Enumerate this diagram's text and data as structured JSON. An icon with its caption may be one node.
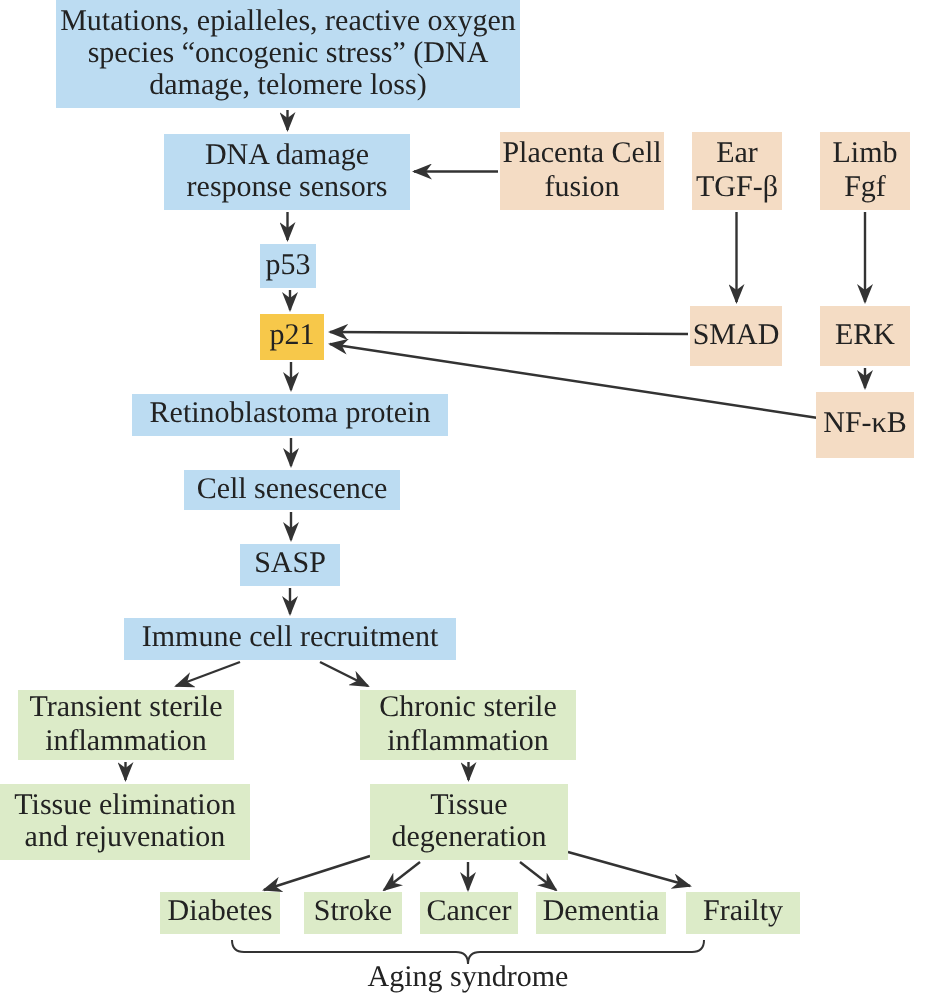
{
  "diagram": {
    "nodes": [
      {
        "text": [
          "Mutations, epialleles, reactive oxygen species “oncogenic stress” (DNA damage, telomere loss)"
        ]
      },
      {
        "text": [
          "DNA damage response sensors"
        ]
      },
      {
        "text": [
          "Placenta Cell fusion"
        ]
      },
      {
        "text": [
          "Ear TGF-β"
        ]
      },
      {
        "text": [
          "Limb Fgf"
        ]
      },
      {
        "text": [
          "p53"
        ]
      },
      {
        "text": [
          "p21"
        ]
      },
      {
        "text": [
          "SMAD"
        ]
      },
      {
        "text": [
          "ERK"
        ]
      },
      {
        "text": [
          "NF-κB"
        ]
      },
      {
        "text": [
          "Retinoblastoma protein"
        ]
      },
      {
        "text": [
          "Cell senescence"
        ]
      },
      {
        "text": [
          "SASP"
        ]
      },
      {
        "text": [
          "Immune cell recruitment"
        ]
      },
      {
        "text": [
          "Transient sterile inflammation"
        ]
      },
      {
        "text": [
          "Chronic sterile inflammation"
        ]
      },
      {
        "text": [
          "Tissue elimination and rejuvenation"
        ]
      },
      {
        "text": [
          "Tissue degeneration"
        ]
      },
      {
        "text": [
          "Diabetes"
        ]
      },
      {
        "text": [
          "Stroke"
        ]
      },
      {
        "text": [
          "Cancer"
        ]
      },
      {
        "text": [
          "Dementia"
        ]
      },
      {
        "text": [
          "Frailty"
        ]
      }
    ],
    "edges": [
      {
        "from": 0,
        "to": 1,
        "arrow": "to"
      },
      {
        "from": 2,
        "to": 1,
        "arrow": "to"
      },
      {
        "from": 1,
        "to": 5,
        "arrow": "to"
      },
      {
        "from": 5,
        "to": 6,
        "arrow": "to"
      },
      {
        "from": 3,
        "to": 7,
        "arrow": "to"
      },
      {
        "from": 7,
        "to": 6,
        "arrow": "to"
      },
      {
        "from": 4,
        "to": 8,
        "arrow": "to"
      },
      {
        "from": 8,
        "to": 9,
        "arrow": "to"
      },
      {
        "from": 9,
        "to": 6,
        "arrow": "to"
      },
      {
        "from": 6,
        "to": 10,
        "arrow": "to"
      },
      {
        "from": 10,
        "to": 11,
        "arrow": "to"
      },
      {
        "from": 11,
        "to": 12,
        "arrow": "to"
      },
      {
        "from": 12,
        "to": 13,
        "arrow": "to"
      },
      {
        "from": 13,
        "to": 14,
        "arrow": "to"
      },
      {
        "from": 13,
        "to": 15,
        "arrow": "to"
      },
      {
        "from": 14,
        "to": 16,
        "arrow": "to"
      },
      {
        "from": 15,
        "to": 17,
        "arrow": "to"
      },
      {
        "from": 17,
        "to": 18,
        "arrow": "to"
      },
      {
        "from": 17,
        "to": 19,
        "arrow": "to"
      },
      {
        "from": 17,
        "to": 20,
        "arrow": "to"
      },
      {
        "from": 17,
        "to": 21,
        "arrow": "to"
      },
      {
        "from": 17,
        "to": 22,
        "arrow": "to"
      }
    ],
    "labels": [
      "Aging syndrome"
    ]
  }
}
